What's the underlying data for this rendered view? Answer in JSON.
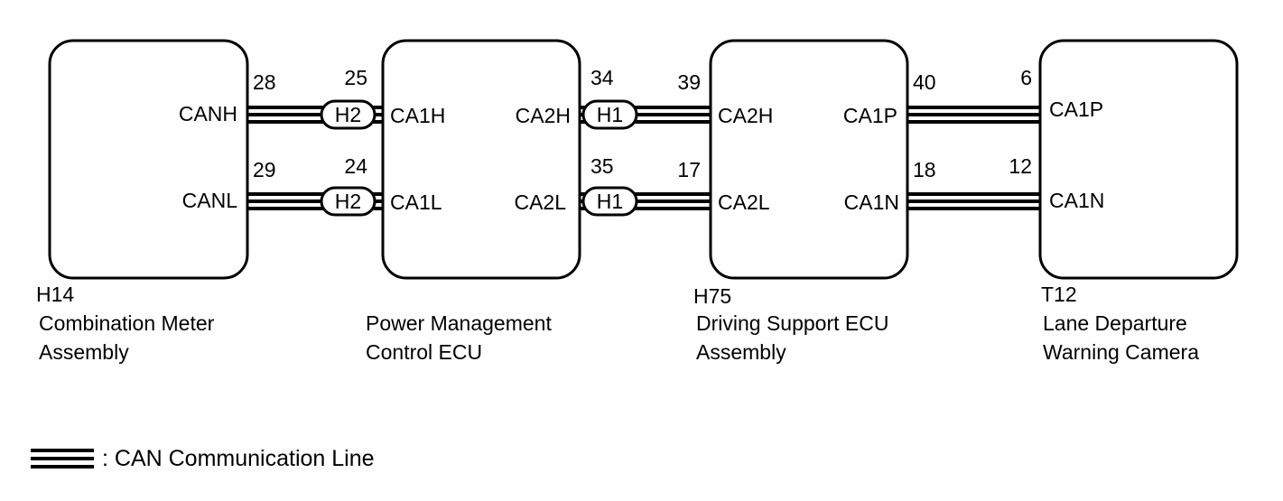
{
  "ecus": [
    {
      "code": "H14",
      "name_lines": [
        "Combination Meter",
        "Assembly"
      ],
      "ports": [
        "CANH",
        "CANL"
      ]
    },
    {
      "code": "",
      "name_lines": [
        "Power Management",
        "Control ECU"
      ],
      "ports_left": [
        "CA1H",
        "CA1L"
      ],
      "ports_right": [
        "CA2H",
        "CA2L"
      ]
    },
    {
      "code": "H75",
      "name_lines": [
        "Driving Support ECU",
        "Assembly"
      ],
      "ports_left": [
        "CA2H",
        "CA2L"
      ],
      "ports_right": [
        "CA1P",
        "CA1N"
      ]
    },
    {
      "code": "T12",
      "name_lines": [
        "Lane Departure",
        "Warning Camera"
      ],
      "ports": [
        "CA1P",
        "CA1N"
      ]
    }
  ],
  "links": [
    {
      "connector": "H2",
      "pin_left": "28",
      "pin_right": "25"
    },
    {
      "connector": "H2",
      "pin_left": "29",
      "pin_right": "24"
    },
    {
      "connector": "H1",
      "pin_left": "34",
      "pin_right": "39"
    },
    {
      "connector": "H1",
      "pin_left": "35",
      "pin_right": "17"
    },
    {
      "connector": "",
      "pin_left": "40",
      "pin_right": "6"
    },
    {
      "connector": "",
      "pin_left": "18",
      "pin_right": "12"
    }
  ],
  "legend": {
    "text": ": CAN Communication Line"
  }
}
